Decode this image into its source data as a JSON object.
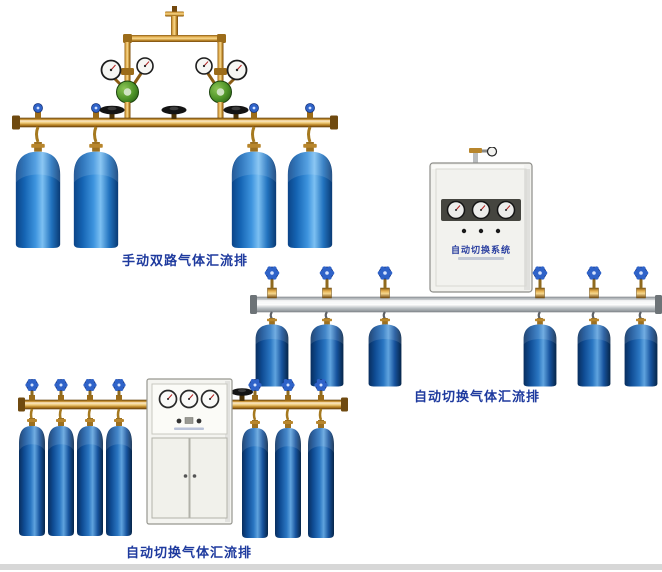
{
  "page": {
    "background_color": "#ffffff",
    "footer_strip_color": "#d7d7d7"
  },
  "products": [
    {
      "id": "manual-dual-manifold",
      "caption": "手动双路气体汇流排",
      "cylinder_count": 4,
      "gauge_count": 4,
      "regulator_count": 2
    },
    {
      "id": "auto-switch-manifold-wall-cabinet",
      "caption": "自动切换气体汇流排",
      "cabinet_label": "自动切换系统",
      "cylinder_count": 6,
      "gauge_count": 3
    },
    {
      "id": "auto-switch-manifold-floor-cabinet",
      "caption": "自动切换气体汇流排",
      "cylinder_count": 7,
      "gauge_count": 3
    }
  ],
  "colors": {
    "caption_text": "#1e3a9e",
    "cylinder_blue_bright": "#3f95df",
    "cylinder_blue_navy": "#2a76c2",
    "brass_pipe": "#e3ae4e",
    "aluminum_pipe": "#c9cdd0",
    "regulator_green": "#4e9428",
    "handwheel_blue": "#2f63c9",
    "handwheel_black": "#141414",
    "cabinet_body": "#f2f2ee"
  }
}
